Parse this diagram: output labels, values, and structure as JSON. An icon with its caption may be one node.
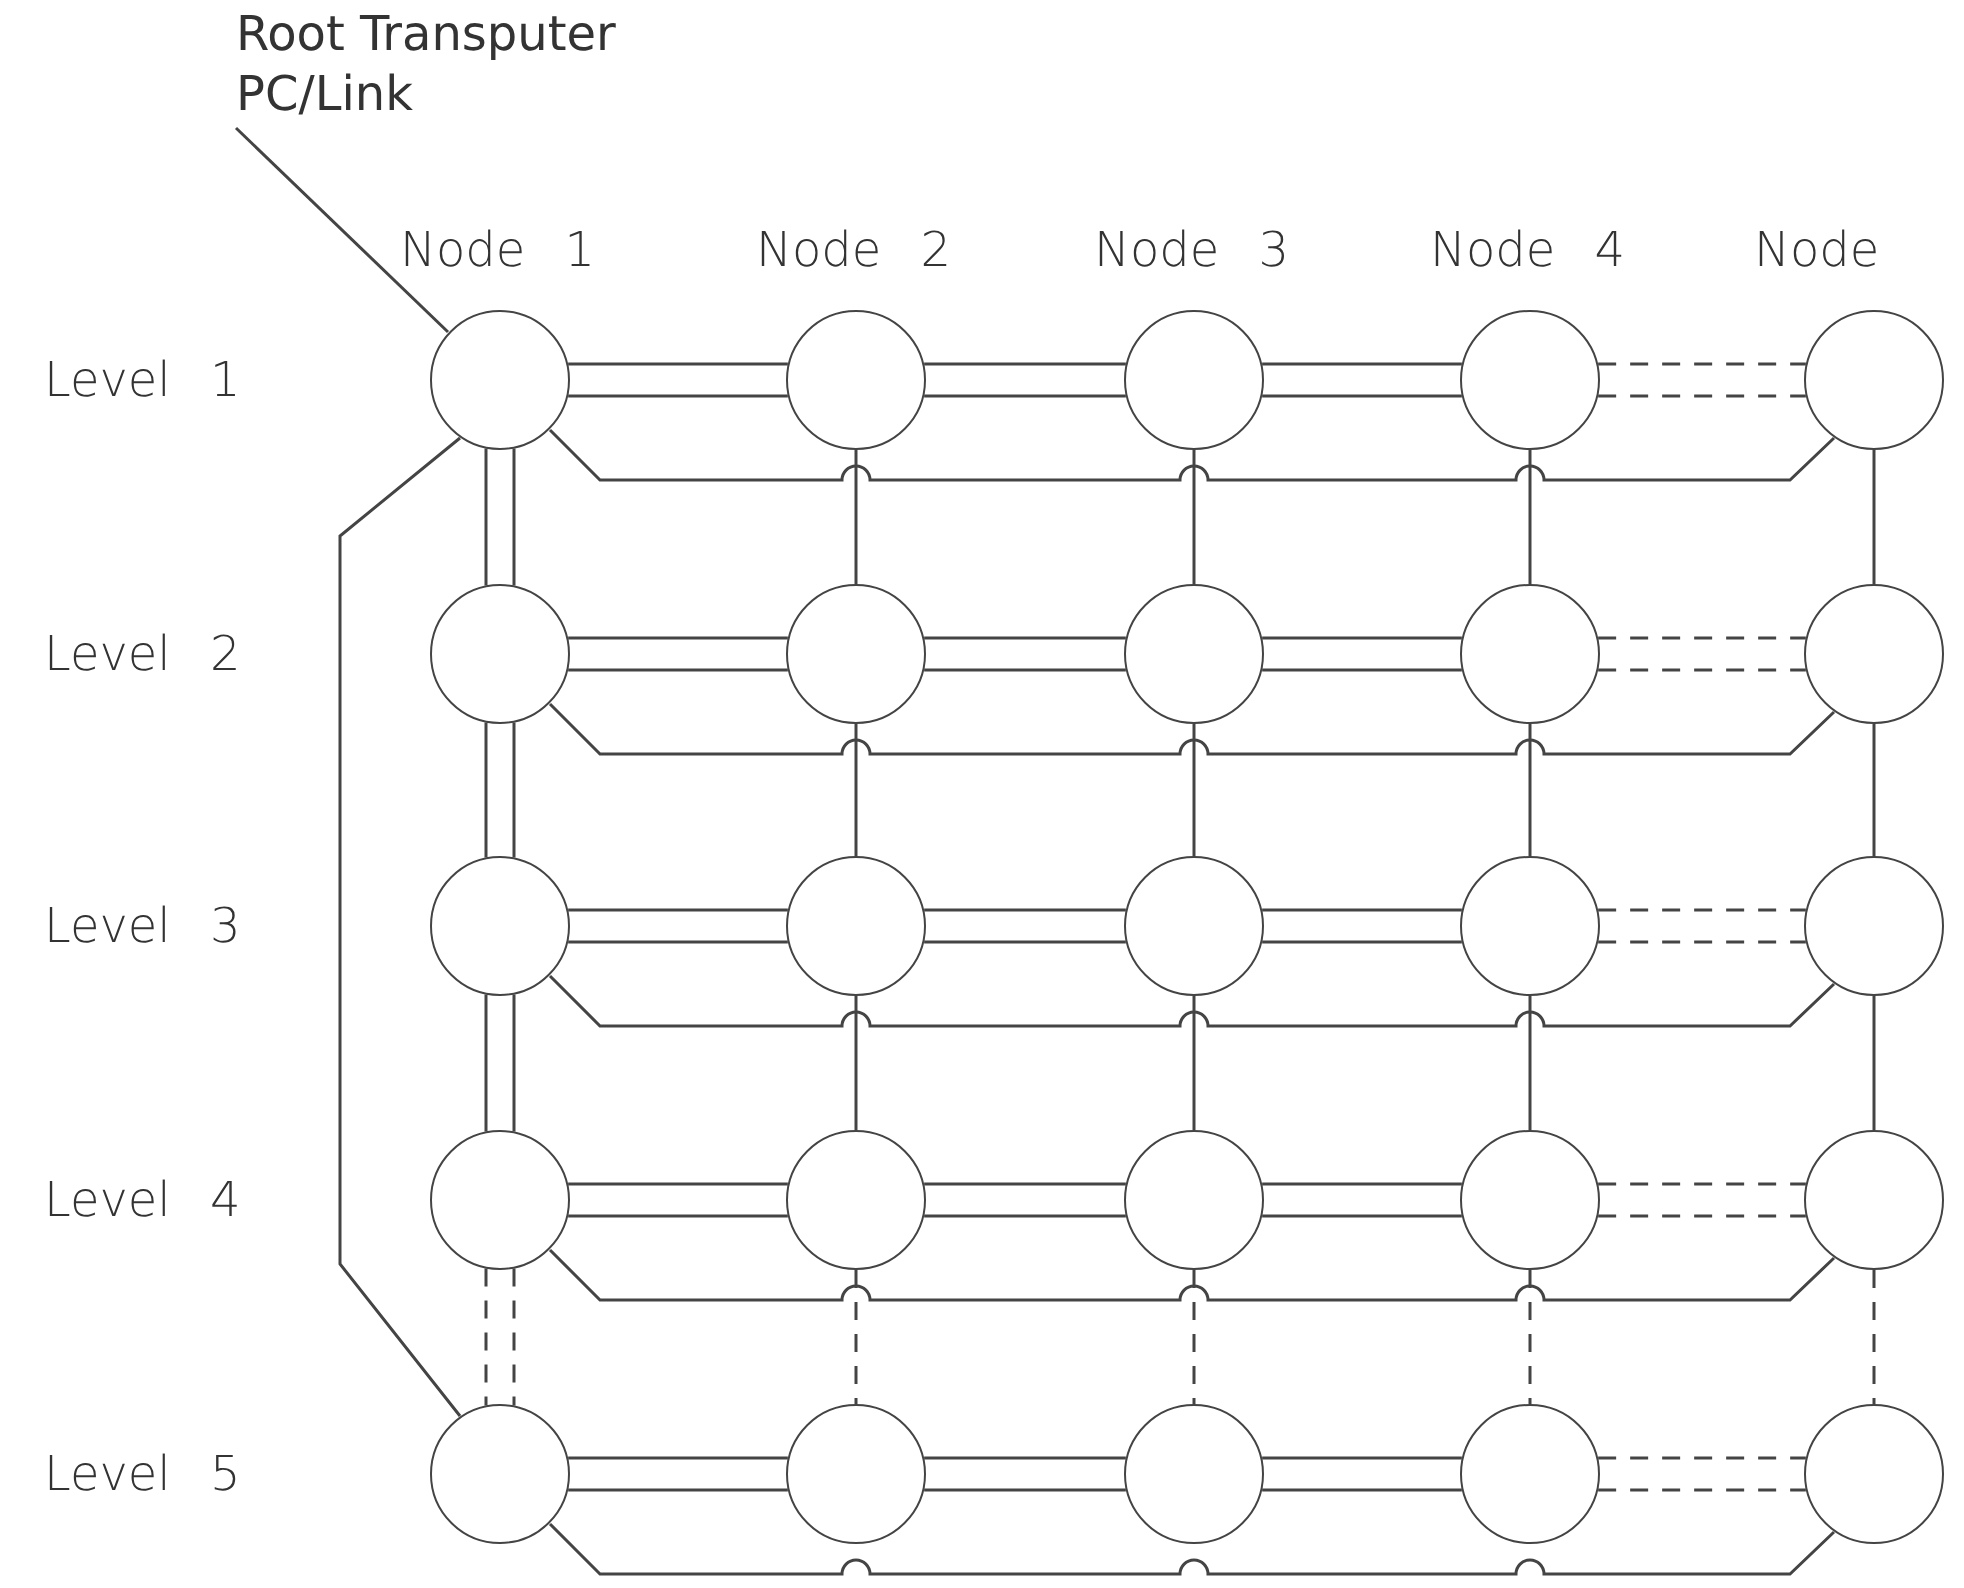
{
  "diagram": {
    "nodes": [
      {
        "text": [
          "Root Transputer PC/Link"
        ]
      },
      {
        "text": [],
        "shape": "circle"
      },
      {
        "text": [],
        "shape": "circle"
      },
      {
        "text": [],
        "shape": "circle"
      },
      {
        "text": [],
        "shape": "circle"
      },
      {
        "text": [],
        "shape": "circle"
      },
      {
        "text": [],
        "shape": "circle"
      },
      {
        "text": [],
        "shape": "circle"
      },
      {
        "text": [],
        "shape": "circle"
      },
      {
        "text": [],
        "shape": "circle"
      },
      {
        "text": [],
        "shape": "circle"
      },
      {
        "text": [],
        "shape": "circle"
      },
      {
        "text": [],
        "shape": "circle"
      },
      {
        "text": [],
        "shape": "circle"
      },
      {
        "text": [],
        "shape": "circle"
      },
      {
        "text": [],
        "shape": "circle"
      },
      {
        "text": [],
        "shape": "circle"
      },
      {
        "text": [],
        "shape": "circle"
      },
      {
        "text": [],
        "shape": "circle"
      },
      {
        "text": [],
        "shape": "circle"
      },
      {
        "text": [],
        "shape": "circle"
      },
      {
        "text": [],
        "shape": "circle"
      },
      {
        "text": [],
        "shape": "circle"
      },
      {
        "text": [],
        "shape": "circle"
      },
      {
        "text": [],
        "shape": "circle"
      },
      {
        "text": [],
        "shape": "circle"
      }
    ],
    "edges": [
      {
        "from": 0,
        "to": 1,
        "arrow": "none"
      },
      {
        "from": 1,
        "to": 2,
        "arrow": "none"
      },
      {
        "from": 2,
        "to": 3,
        "arrow": "none"
      },
      {
        "from": 3,
        "to": 4,
        "arrow": "none"
      },
      {
        "from": 4,
        "to": 5,
        "arrow": "none",
        "style": "dashed"
      },
      {
        "from": 1,
        "to": 5,
        "arrow": "none"
      },
      {
        "from": 6,
        "to": 7,
        "arrow": "none"
      },
      {
        "from": 7,
        "to": 8,
        "arrow": "none"
      },
      {
        "from": 8,
        "to": 9,
        "arrow": "none"
      },
      {
        "from": 9,
        "to": 10,
        "arrow": "none",
        "style": "dashed"
      },
      {
        "from": 6,
        "to": 10,
        "arrow": "none"
      },
      {
        "from": 11,
        "to": 12,
        "arrow": "none"
      },
      {
        "from": 12,
        "to": 13,
        "arrow": "none"
      },
      {
        "from": 13,
        "to": 14,
        "arrow": "none"
      },
      {
        "from": 14,
        "to": 15,
        "arrow": "none",
        "style": "dashed"
      },
      {
        "from": 11,
        "to": 15,
        "arrow": "none"
      },
      {
        "from": 16,
        "to": 17,
        "arrow": "none"
      },
      {
        "from": 17,
        "to": 18,
        "arrow": "none"
      },
      {
        "from": 18,
        "to": 19,
        "arrow": "none"
      },
      {
        "from": 19,
        "to": 20,
        "arrow": "none",
        "style": "dashed"
      },
      {
        "from": 16,
        "to": 20,
        "arrow": "none"
      },
      {
        "from": 21,
        "to": 22,
        "arrow": "none"
      },
      {
        "from": 22,
        "to": 23,
        "arrow": "none"
      },
      {
        "from": 23,
        "to": 24,
        "arrow": "none"
      },
      {
        "from": 24,
        "to": 25,
        "arrow": "none",
        "style": "dashed"
      },
      {
        "from": 21,
        "to": 25,
        "arrow": "none"
      },
      {
        "from": 1,
        "to": 6,
        "arrow": "none"
      },
      {
        "from": 2,
        "to": 7,
        "arrow": "none"
      },
      {
        "from": 3,
        "to": 8,
        "arrow": "none"
      },
      {
        "from": 4,
        "to": 9,
        "arrow": "none"
      },
      {
        "from": 5,
        "to": 10,
        "arrow": "none"
      },
      {
        "from": 6,
        "to": 11,
        "arrow": "none"
      },
      {
        "from": 7,
        "to": 12,
        "arrow": "none"
      },
      {
        "from": 8,
        "to": 13,
        "arrow": "none"
      },
      {
        "from": 9,
        "to": 14,
        "arrow": "none"
      },
      {
        "from": 10,
        "to": 15,
        "arrow": "none"
      },
      {
        "from": 11,
        "to": 16,
        "arrow": "none"
      },
      {
        "from": 12,
        "to": 17,
        "arrow": "none"
      },
      {
        "from": 13,
        "to": 18,
        "arrow": "none"
      },
      {
        "from": 14,
        "to": 19,
        "arrow": "none"
      },
      {
        "from": 15,
        "to": 20,
        "arrow": "none"
      },
      {
        "from": 16,
        "to": 21,
        "arrow": "none",
        "style": "dashed"
      },
      {
        "from": 17,
        "to": 22,
        "arrow": "none",
        "style": "dashed"
      },
      {
        "from": 18,
        "to": 23,
        "arrow": "none",
        "style": "dashed"
      },
      {
        "from": 19,
        "to": 24,
        "arrow": "none",
        "style": "dashed"
      },
      {
        "from": 20,
        "to": 25,
        "arrow": "none",
        "style": "dashed"
      },
      {
        "from": 1,
        "to": 21,
        "arrow": "none"
      }
    ],
    "labels": [
      "Node 1",
      "Node 2",
      "Node 3",
      "Node 4",
      "Node",
      "Level 1",
      "Level 2",
      "Level 3",
      "Level 4",
      "Level 5"
    ]
  }
}
